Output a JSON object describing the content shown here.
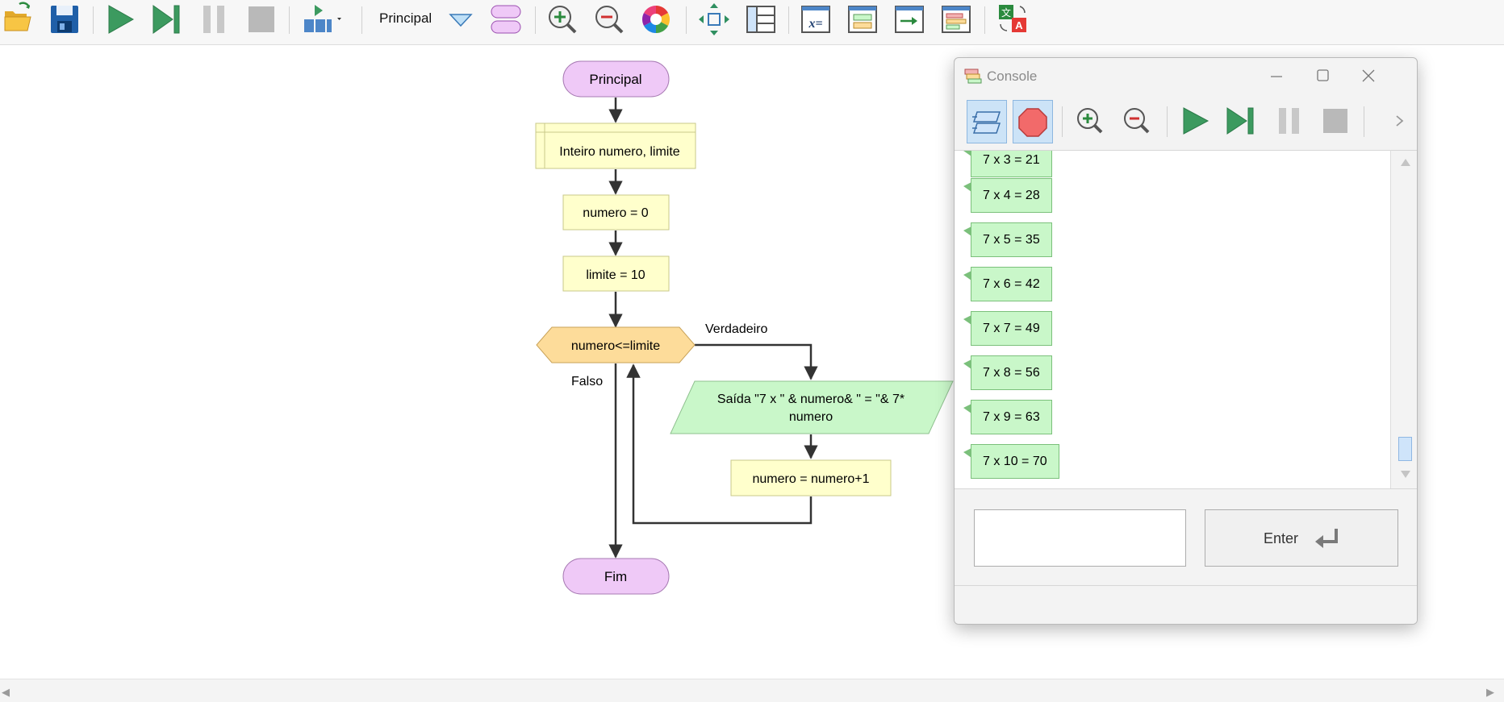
{
  "toolbar": {
    "function_selector_label": "Principal"
  },
  "flowchart": {
    "start": "Principal",
    "declare": "Inteiro numero, limite",
    "assign1": "numero = 0",
    "assign2": "limite = 10",
    "condition": "numero<=limite",
    "true_label": "Verdadeiro",
    "false_label": "Falso",
    "output_line1": "Saída \"7 x \" & numero& \" = \"& 7*",
    "output_line2": "numero",
    "increment": "numero = numero+1",
    "end": "Fim"
  },
  "console": {
    "title": "Console",
    "partial_line": "7 x 3 = 21",
    "lines": [
      "7 x 4 = 28",
      "7 x 5 = 35",
      "7 x 6 = 42",
      "7 x 7 = 49",
      "7 x 8 = 56",
      "7 x 9 = 63",
      "7 x 10 = 70"
    ],
    "input_value": "",
    "enter_label": "Enter"
  },
  "colors": {
    "terminal": "#efc9f7",
    "process": "#ffffcc",
    "decision": "#fddc9a",
    "io": "#c9f7c9",
    "accent": "#3c9a5f"
  }
}
